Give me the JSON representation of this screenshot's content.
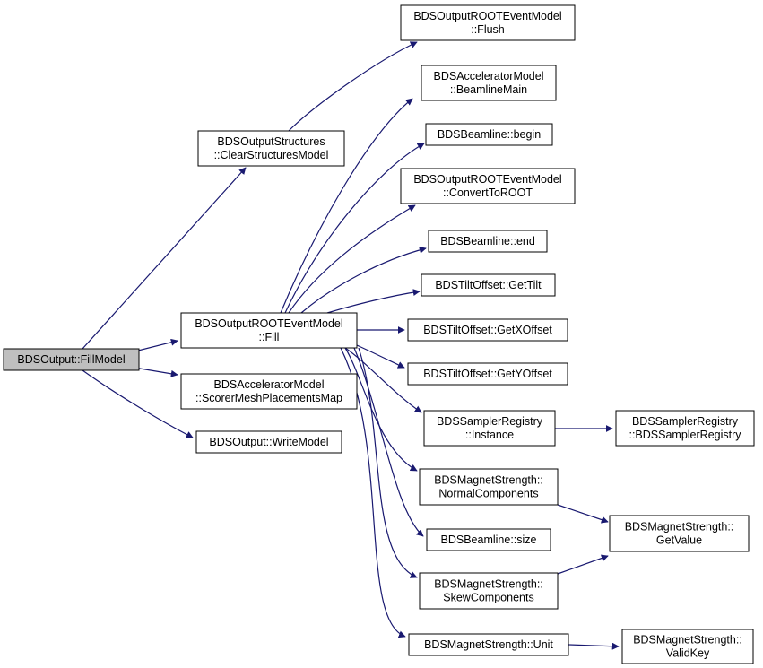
{
  "colors": {
    "edge": "#191970",
    "node_fill": "#ffffff",
    "root_fill": "#bfbfbf",
    "node_stroke": "#000000"
  },
  "nodes": {
    "fill_model": {
      "lines": [
        "BDSOutput::FillModel"
      ],
      "root": true
    },
    "clear_structures": {
      "lines": [
        "BDSOutputStructures",
        "::ClearStructuresModel"
      ]
    },
    "event_fill": {
      "lines": [
        "BDSOutputROOTEventModel",
        "::Fill"
      ]
    },
    "scorer_map": {
      "lines": [
        "BDSAcceleratorModel",
        "::ScorerMeshPlacementsMap"
      ]
    },
    "write_model": {
      "lines": [
        "BDSOutput::WriteModel"
      ]
    },
    "flush": {
      "lines": [
        "BDSOutputROOTEventModel",
        "::Flush"
      ]
    },
    "beamline_main": {
      "lines": [
        "BDSAcceleratorModel",
        "::BeamlineMain"
      ]
    },
    "bl_begin": {
      "lines": [
        "BDSBeamline::begin"
      ]
    },
    "convert_root": {
      "lines": [
        "BDSOutputROOTEventModel",
        "::ConvertToROOT"
      ]
    },
    "bl_end": {
      "lines": [
        "BDSBeamline::end"
      ]
    },
    "get_tilt": {
      "lines": [
        "BDSTiltOffset::GetTilt"
      ]
    },
    "get_xoffset": {
      "lines": [
        "BDSTiltOffset::GetXOffset"
      ]
    },
    "get_yoffset": {
      "lines": [
        "BDSTiltOffset::GetYOffset"
      ]
    },
    "instance": {
      "lines": [
        "BDSSamplerRegistry",
        "::Instance"
      ]
    },
    "normal_comp": {
      "lines": [
        "BDSMagnetStrength::",
        "NormalComponents"
      ]
    },
    "bl_size": {
      "lines": [
        "BDSBeamline::size"
      ]
    },
    "skew_comp": {
      "lines": [
        "BDSMagnetStrength::",
        "SkewComponents"
      ]
    },
    "unit": {
      "lines": [
        "BDSMagnetStrength::Unit"
      ]
    },
    "sampler_ctor": {
      "lines": [
        "BDSSamplerRegistry",
        "::BDSSamplerRegistry"
      ]
    },
    "get_value": {
      "lines": [
        "BDSMagnetStrength::",
        "GetValue"
      ]
    },
    "valid_key": {
      "lines": [
        "BDSMagnetStrength::",
        "ValidKey"
      ]
    }
  },
  "edges": [
    [
      "fill_model",
      "clear_structures"
    ],
    [
      "fill_model",
      "event_fill"
    ],
    [
      "fill_model",
      "scorer_map"
    ],
    [
      "fill_model",
      "write_model"
    ],
    [
      "clear_structures",
      "flush"
    ],
    [
      "event_fill",
      "beamline_main"
    ],
    [
      "event_fill",
      "bl_begin"
    ],
    [
      "event_fill",
      "convert_root"
    ],
    [
      "event_fill",
      "bl_end"
    ],
    [
      "event_fill",
      "get_tilt"
    ],
    [
      "event_fill",
      "get_xoffset"
    ],
    [
      "event_fill",
      "get_yoffset"
    ],
    [
      "event_fill",
      "instance"
    ],
    [
      "event_fill",
      "normal_comp"
    ],
    [
      "event_fill",
      "bl_size"
    ],
    [
      "event_fill",
      "skew_comp"
    ],
    [
      "event_fill",
      "unit"
    ],
    [
      "instance",
      "sampler_ctor"
    ],
    [
      "normal_comp",
      "get_value"
    ],
    [
      "skew_comp",
      "get_value"
    ],
    [
      "unit",
      "valid_key"
    ]
  ]
}
